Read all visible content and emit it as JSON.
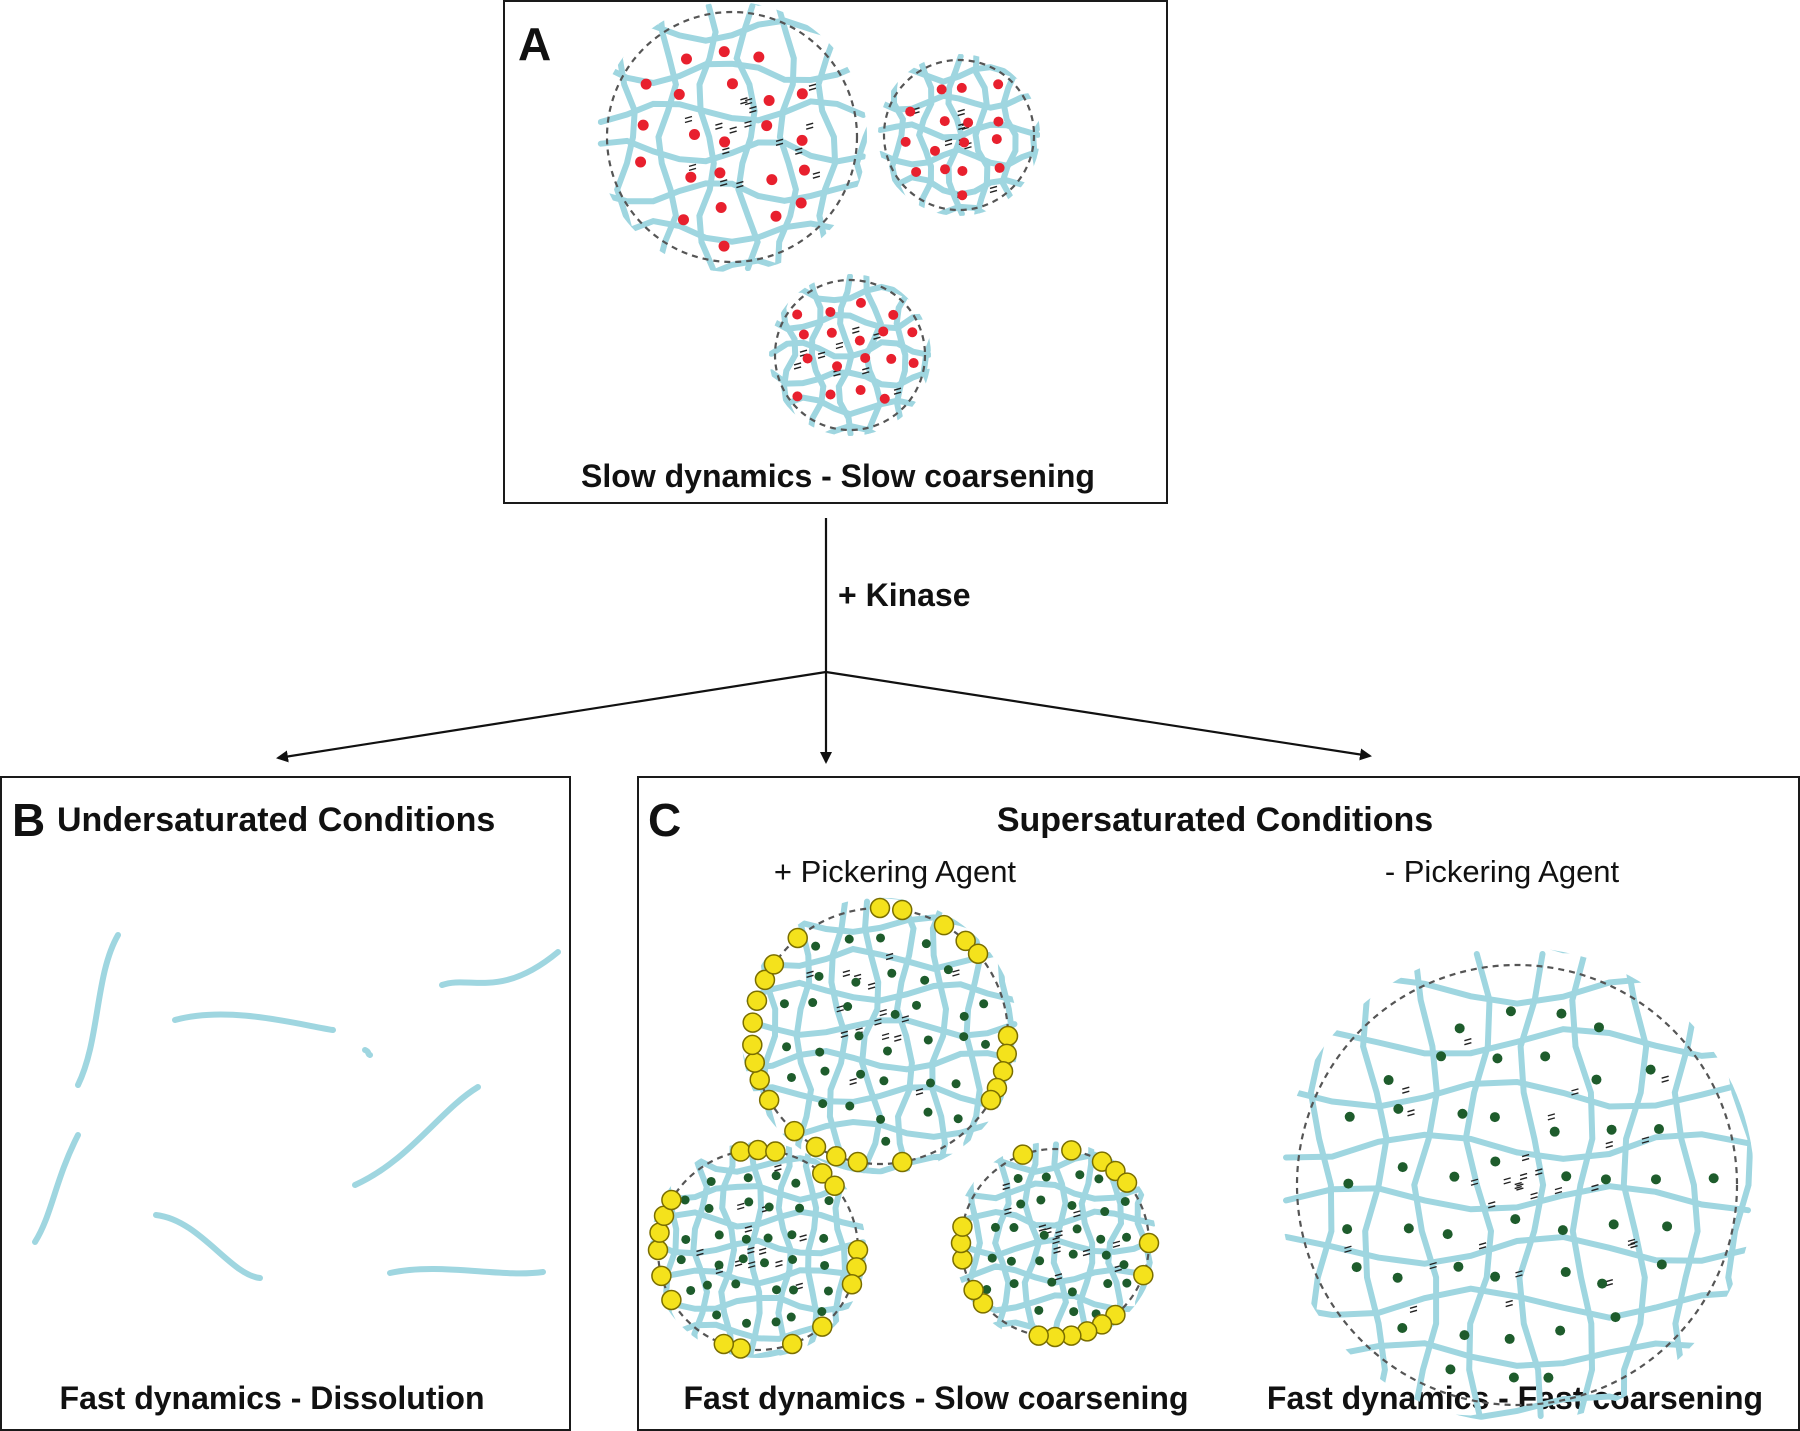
{
  "panel_a": {
    "letter": "A",
    "caption": "Slow dynamics - Slow coarsening"
  },
  "transition": {
    "label": "+ Kinase"
  },
  "panel_b": {
    "letter": "B",
    "title": "Undersaturated Conditions",
    "caption": "Fast dynamics - Dissolution"
  },
  "panel_c": {
    "letter": "C",
    "title": "Supersaturated Conditions",
    "left_label": "+ Pickering Agent",
    "right_label": "- Pickering Agent",
    "left_caption": "Fast dynamics - Slow coarsening",
    "right_caption": "Fast dynamics - Fast coarsening"
  },
  "colors": {
    "strand": "#9fd6e0",
    "crosslink_slow": "#e8202e",
    "crosslink_fast": "#1e5c2c",
    "pickering_agent": "#f4e21c"
  }
}
